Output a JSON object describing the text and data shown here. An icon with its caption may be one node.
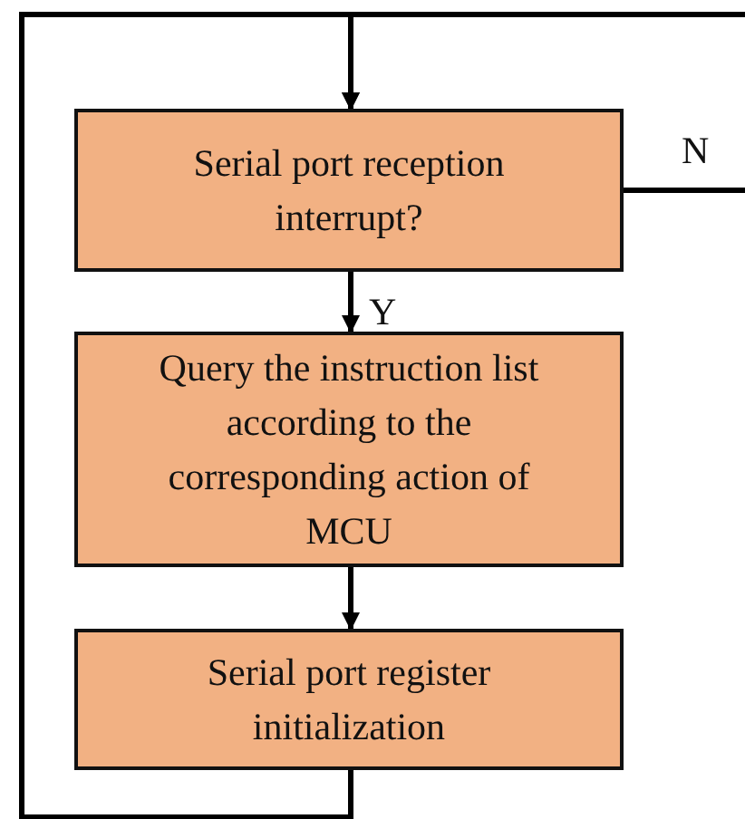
{
  "diagram": {
    "nodes": [
      {
        "text": [
          "Serial port reception interrupt?"
        ]
      },
      {
        "text": [
          "Query the instruction list according to the corresponding action of MCU"
        ]
      },
      {
        "text": [
          "Serial port register initialization"
        ]
      }
    ],
    "edges": [
      {
        "from": 0,
        "to": 1,
        "label": "Y",
        "arrow": "to"
      },
      {
        "from": 0,
        "to": null,
        "label": "N",
        "arrow": "none"
      },
      {
        "from": 1,
        "to": 2,
        "arrow": "to"
      },
      {
        "from": 2,
        "to": 0,
        "arrow": "to"
      },
      {
        "from": null,
        "to": 0,
        "arrow": "to"
      }
    ]
  }
}
